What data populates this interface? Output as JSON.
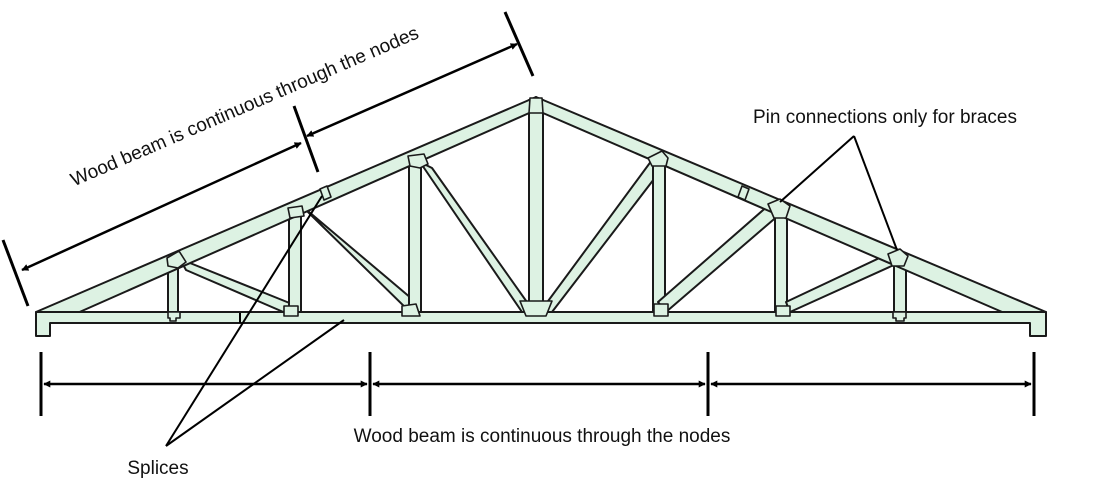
{
  "labels": {
    "top_chord_span": "Wood beam is continuous through the nodes",
    "bottom_chord_span": "Wood beam is continuous through the nodes",
    "pin_connections": "Pin connections only for braces",
    "splices": "Splices"
  },
  "colors": {
    "member_fill": "#ddf2e3",
    "stroke": "#1a1a1a",
    "text": "#111111"
  }
}
